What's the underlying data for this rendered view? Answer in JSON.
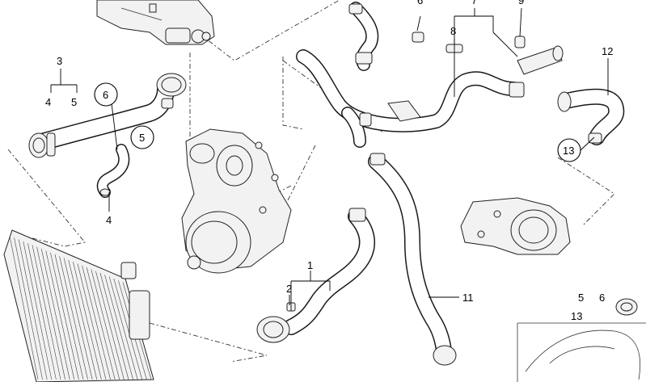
{
  "callouts": [
    {
      "id": "c3",
      "text": "3"
    },
    {
      "id": "c4a",
      "text": "4"
    },
    {
      "id": "c5a",
      "text": "5"
    },
    {
      "id": "c6",
      "text": "6"
    },
    {
      "id": "c5b",
      "text": "5"
    },
    {
      "id": "c4b",
      "text": "4"
    },
    {
      "id": "c6top",
      "text": "6"
    },
    {
      "id": "c7",
      "text": "7"
    },
    {
      "id": "c8",
      "text": "8"
    },
    {
      "id": "c9",
      "text": "9"
    },
    {
      "id": "c12",
      "text": "12"
    },
    {
      "id": "c13",
      "text": "13"
    },
    {
      "id": "c1",
      "text": "1"
    },
    {
      "id": "c2",
      "text": "2"
    },
    {
      "id": "c11",
      "text": "11"
    }
  ],
  "legend": {
    "label_5": "5",
    "label_6": "6",
    "label_13": "13"
  }
}
